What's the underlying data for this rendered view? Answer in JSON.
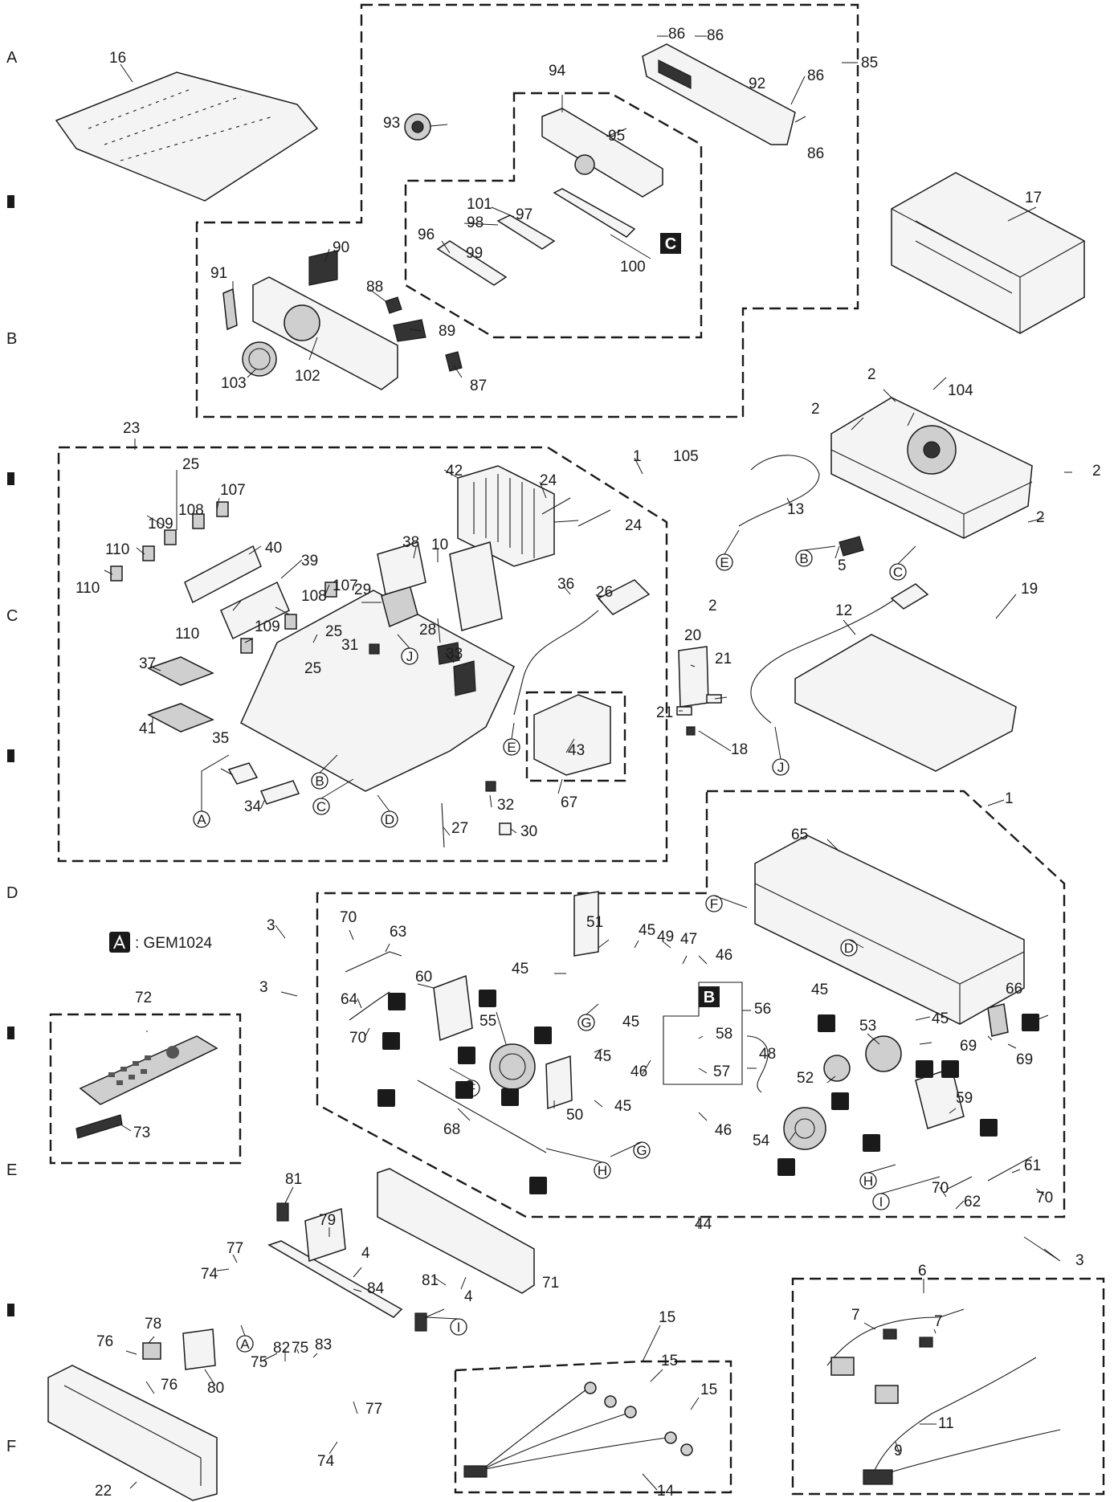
{
  "row_markers": [
    "A",
    "B",
    "C",
    "D",
    "E",
    "F"
  ],
  "section_labels": [
    "A",
    "B",
    "C"
  ],
  "legend": {
    "text": ": GEM1024"
  },
  "connector_labels": [
    "A",
    "B",
    "C",
    "D",
    "E",
    "F",
    "G",
    "H",
    "I",
    "J"
  ],
  "callouts": {
    "c16": "16",
    "c85": "85",
    "c86a": "86",
    "c86b": "86",
    "c86c": "86",
    "c86d": "86",
    "c92": "92",
    "c94": "94",
    "c93": "93",
    "c95": "95",
    "c101": "101",
    "c98": "98",
    "c97": "97",
    "c96": "96",
    "c99": "99",
    "c100": "100",
    "c90": "90",
    "c91": "91",
    "c88": "88",
    "c89": "89",
    "c103": "103",
    "c102": "102",
    "c87": "87",
    "c17": "17",
    "c23": "23",
    "c25a": "25",
    "c107a": "107",
    "c108a": "108",
    "c109a": "109",
    "c110a": "110",
    "c110b": "110",
    "c40": "40",
    "c39": "39",
    "c107b": "107",
    "c108b": "108",
    "c109b": "109",
    "c110c": "110",
    "c25b": "25",
    "c25c": "25",
    "c38": "38",
    "c10": "10",
    "c29": "29",
    "c28": "28",
    "c31": "31",
    "c33": "33",
    "c42": "42",
    "c24a": "24",
    "c24b": "24",
    "c1a": "1",
    "c105": "105",
    "c36": "36",
    "c26": "26",
    "c37": "37",
    "c41": "41",
    "c35": "35",
    "c34": "34",
    "c27": "27",
    "c30": "30",
    "c32": "32",
    "c43": "43",
    "c67": "67",
    "c2a": "2",
    "c20": "20",
    "c21a": "21",
    "c21b": "21",
    "c18": "18",
    "c2b": "2",
    "c2c": "2",
    "c104": "104",
    "c2d": "2",
    "c2e": "2",
    "c13": "13",
    "c5": "5",
    "c12": "12",
    "c19": "19",
    "c1b": "1",
    "c65": "65",
    "c45a": "45",
    "c49": "49",
    "c47": "47",
    "c46a": "46",
    "c45b": "45",
    "c51": "51",
    "c56": "56",
    "c58": "58",
    "c57": "57",
    "c46b": "46",
    "c46c": "46",
    "c45c": "45",
    "c45d": "45",
    "c45e": "45",
    "c45f": "45",
    "c45g": "45",
    "c66": "66",
    "c69a": "69",
    "c69b": "69",
    "c53": "53",
    "c52": "52",
    "c59": "59",
    "c54": "54",
    "c61": "61",
    "c70a": "70",
    "c70b": "70",
    "c62": "62",
    "c44": "44",
    "c3a": "3",
    "c3b": "3",
    "c3c": "3",
    "c70c": "70",
    "c63": "63",
    "c60": "60",
    "c64": "64",
    "c70d": "70",
    "c55": "55",
    "c50": "50",
    "c68": "68",
    "c48": "48",
    "c72": "72",
    "c73": "73",
    "c81a": "81",
    "c79": "79",
    "c77a": "77",
    "c74a": "74",
    "c4a": "4",
    "c4b": "4",
    "c71": "71",
    "c84": "84",
    "c81b": "81",
    "c78": "78",
    "c76a": "76",
    "c76b": "76",
    "c80": "80",
    "c75a": "75",
    "c82": "82",
    "c75b": "75",
    "c83": "83",
    "c77b": "77",
    "c74b": "74",
    "c22": "22",
    "c15a": "15",
    "c15b": "15",
    "c15c": "15",
    "c14": "14",
    "c6": "6",
    "c7a": "7",
    "c7b": "7",
    "c11": "11",
    "c9": "9"
  },
  "colors": {
    "ink": "#1a1a1a",
    "paper": "#ffffff",
    "badge_fill": "#1a1a1a",
    "badge_text": "#ffffff"
  }
}
